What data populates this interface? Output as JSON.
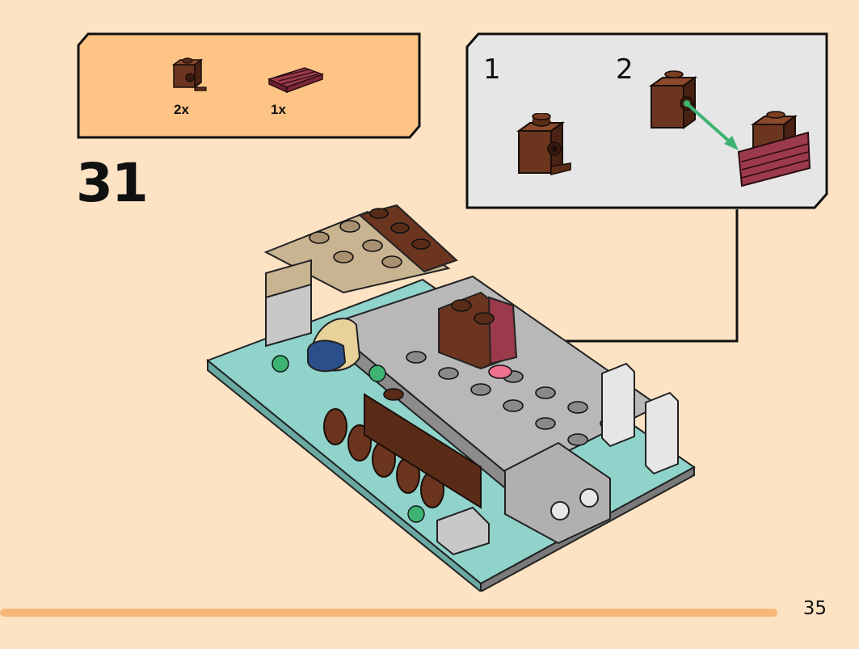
{
  "parts_list": {
    "items": [
      {
        "icon": "brown-bracket-brick-icon",
        "quantity": "2x",
        "color": "#6b3520"
      },
      {
        "icon": "dark-red-grille-plate-icon",
        "quantity": "1x",
        "color": "#8a3040"
      }
    ],
    "background": "#fdc486"
  },
  "step": {
    "number": "31"
  },
  "substeps": {
    "background": "#e6e6e6",
    "items": [
      {
        "label": "1"
      },
      {
        "label": "2"
      }
    ],
    "arrow_color": "#3cb371"
  },
  "footer": {
    "page_number": "35",
    "bar_color": "#f7b77b"
  }
}
